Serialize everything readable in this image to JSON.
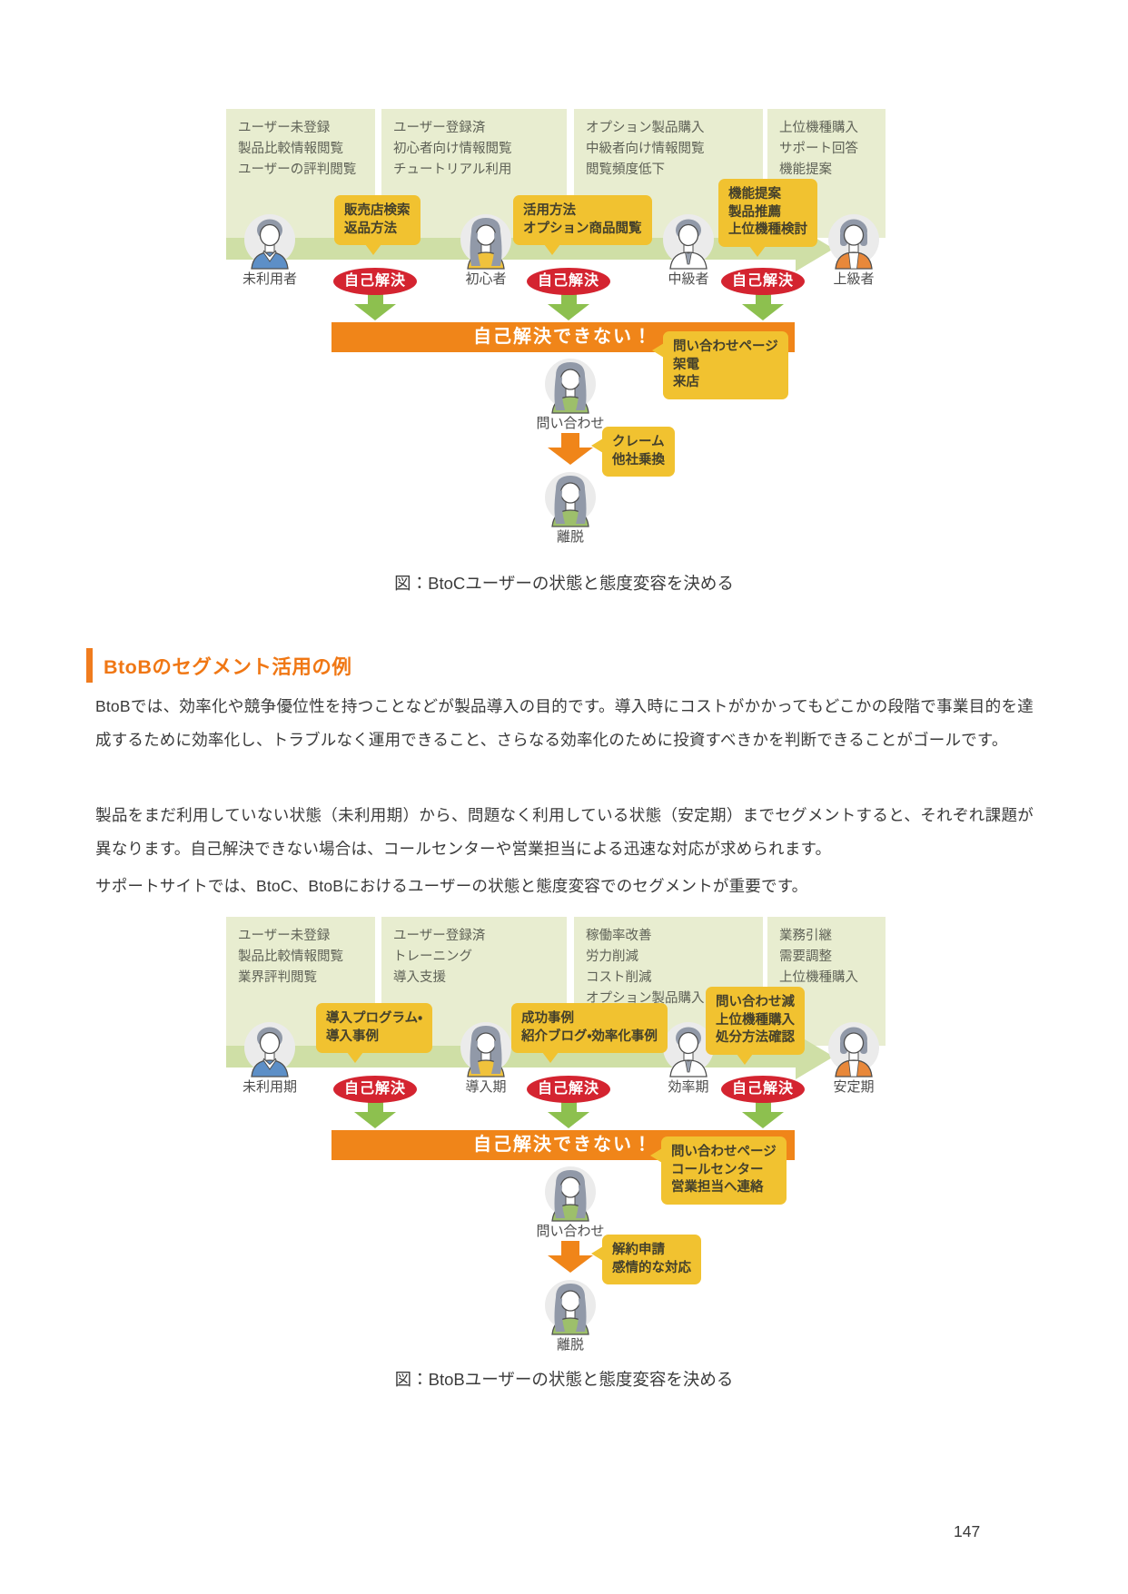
{
  "page": {
    "number": "147"
  },
  "colors": {
    "panel_green": "#e8edd0",
    "band_green": "#cfdfa6",
    "callout_yellow": "#f1c230",
    "badge_red": "#d42430",
    "arrow_green": "#8dc04f",
    "bar_orange": "#f08519",
    "heading_orange": "#f07714",
    "body_text": "#3a3a3a",
    "column_text": "#5e6156"
  },
  "diagram_btoc": {
    "caption": "図：BtoCユーザーの状態と態度変容を決める",
    "columns": [
      {
        "lines": "ユーザー未登録\n製品比較情報閲覧\nユーザーの評判閲覧"
      },
      {
        "lines": "ユーザー登録済\n初心者向け情報閲覧\nチュートリアル利用"
      },
      {
        "lines": "オプション製品購入\n中級者向け情報閲覧\n閲覧頻度低下"
      },
      {
        "lines": "上位機種購入\nサポート回答\n機能提案"
      }
    ],
    "personas": [
      {
        "label": "未利用者",
        "type": "man",
        "shirt": "#5d8fc7"
      },
      {
        "label": "初心者",
        "type": "woman-long",
        "shirt": "#f0c23c"
      },
      {
        "label": "中級者",
        "type": "man-tie",
        "shirt": "#ffffff"
      },
      {
        "label": "上級者",
        "type": "woman-bob",
        "shirt": "#e8883a"
      }
    ],
    "callouts": [
      {
        "text": "販売店検索\n返品方法"
      },
      {
        "text": "活用方法\nオプション商品閲覧"
      },
      {
        "text": "機能提案\n製品推薦\n上位機種検討"
      }
    ],
    "self_solve": "自己解決",
    "bar_label": "自己解決できない！",
    "bar_callout": "問い合わせページ\n架電\n来店",
    "inquiry": {
      "label": "問い合わせ",
      "type": "woman-long",
      "shirt": "#9dbf6b"
    },
    "churn_callout": "クレーム\n他社乗換",
    "churn": {
      "label": "離脱",
      "type": "woman-long",
      "shirt": "#9dbf6b"
    }
  },
  "section": {
    "heading": "BtoBのセグメント活用の例",
    "paragraphs": [
      "BtoBでは、効率化や競争優位性を持つことなどが製品導入の目的です。導入時にコストがかかってもどこかの段階で事業目的を達成するために効率化し、トラブルなく運用できること、さらなる効率化のために投資すべきかを判断できることがゴールです。",
      "製品をまだ利用していない状態（未利用期）から、問題なく利用している状態（安定期）までセグメントすると、それぞれ課題が異なります。自己解決できない場合は、コールセンターや営業担当による迅速な対応が求められます。",
      "サポートサイトでは、BtoC、BtoBにおけるユーザーの状態と態度変容でのセグメントが重要です。"
    ]
  },
  "diagram_btob": {
    "caption": "図：BtoBユーザーの状態と態度変容を決める",
    "columns": [
      {
        "lines": "ユーザー未登録\n製品比較情報閲覧\n業界評判閲覧"
      },
      {
        "lines": "ユーザー登録済\nトレーニング\n導入支援"
      },
      {
        "lines": "稼働率改善\n労力削減\nコスト削減\nオプション製品購入"
      },
      {
        "lines": "業務引継\n需要調整\n上位機種購入"
      }
    ],
    "personas": [
      {
        "label": "未利用期",
        "type": "man",
        "shirt": "#5d8fc7"
      },
      {
        "label": "導入期",
        "type": "woman-long",
        "shirt": "#f0c23c"
      },
      {
        "label": "効率期",
        "type": "man-tie",
        "shirt": "#ffffff"
      },
      {
        "label": "安定期",
        "type": "woman-bob",
        "shirt": "#e8883a"
      }
    ],
    "callouts": [
      {
        "text": "導入プログラム・\n導入事例"
      },
      {
        "text": "成功事例\n紹介ブログ・効率化事例"
      },
      {
        "text": "問い合わせ減\n上位機種購入\n処分方法確認"
      }
    ],
    "self_solve": "自己解決",
    "bar_label": "自己解決できない！",
    "bar_callout": "問い合わせページ\nコールセンター\n営業担当へ連絡",
    "inquiry": {
      "label": "問い合わせ",
      "type": "woman-long",
      "shirt": "#9dbf6b"
    },
    "churn_callout": "解約申請\n感情的な対応",
    "churn": {
      "label": "離脱",
      "type": "woman-long",
      "shirt": "#9dbf6b"
    }
  }
}
